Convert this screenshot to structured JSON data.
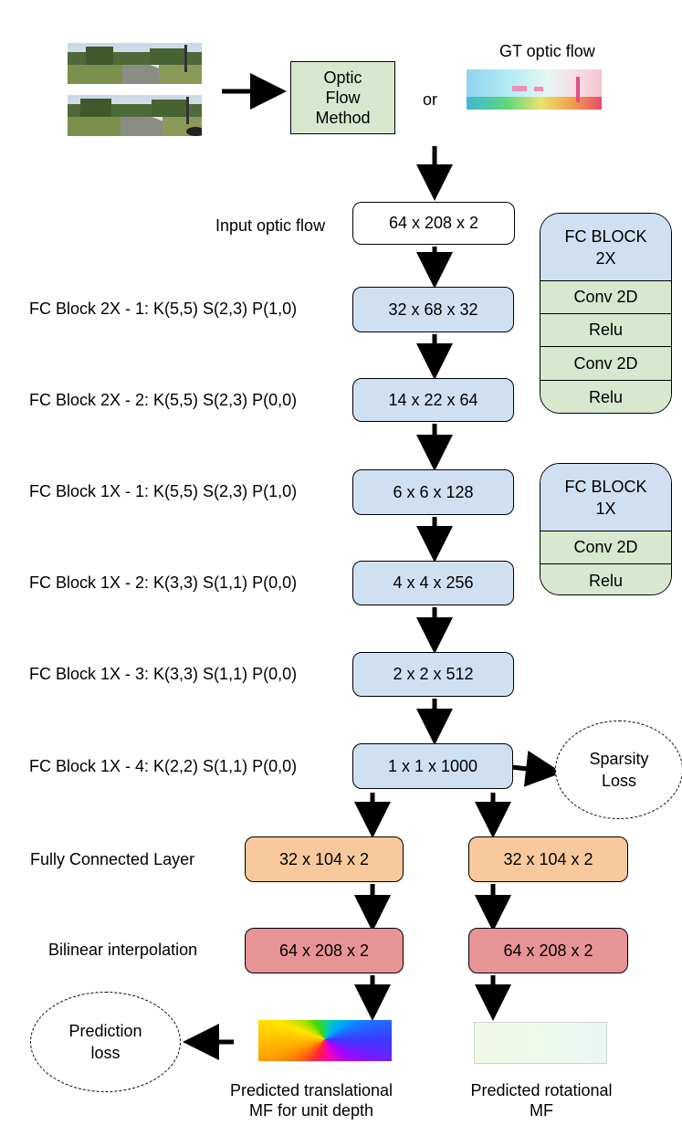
{
  "top": {
    "method_box": [
      "Optic",
      "Flow",
      "Method"
    ],
    "or_label": "or",
    "gt_label": "GT optic flow"
  },
  "legend_2x": {
    "title_line1": "FC BLOCK",
    "title_line2": "2X",
    "rows": [
      "Conv 2D",
      "Relu",
      "Conv 2D",
      "Relu"
    ]
  },
  "legend_1x": {
    "title_line1": "FC BLOCK",
    "title_line2": "1X",
    "rows": [
      "Conv 2D",
      "Relu"
    ]
  },
  "layers": [
    {
      "label": "Input optic flow",
      "size": "64 x 208 x 2"
    },
    {
      "label": "FC Block 2X - 1: K(5,5) S(2,3) P(1,0)",
      "size": "32 x 68 x 32"
    },
    {
      "label": "FC Block 2X - 2: K(5,5) S(2,3) P(0,0)",
      "size": "14 x 22 x 64"
    },
    {
      "label": "FC Block 1X - 1: K(5,5) S(2,3) P(1,0)",
      "size": "6 x 6 x 128"
    },
    {
      "label": "FC Block 1X - 2: K(3,3) S(1,1) P(0,0)",
      "size": "4 x 4 x 256"
    },
    {
      "label": "FC Block 1X - 3: K(3,3) S(1,1) P(0,0)",
      "size": "2 x 2 x 512"
    },
    {
      "label": "FC Block 1X - 4: K(2,2) S(1,1) P(0,0)",
      "size": "1 x 1 x 1000"
    }
  ],
  "sparsity": [
    "Sparsity",
    "Loss"
  ],
  "fc_layer": {
    "label": "Fully Connected Layer",
    "left": "32 x 104 x 2",
    "right": "32 x 104 x 2"
  },
  "bilinear": {
    "label": "Bilinear interpolation",
    "left": "64 x 208 x 2",
    "right": "64 x 208 x 2"
  },
  "prediction_loss": [
    "Prediction",
    "loss"
  ],
  "outputs": {
    "left": [
      "Predicted translational",
      "MF for unit depth"
    ],
    "right": [
      "Predicted rotational",
      "MF"
    ]
  }
}
